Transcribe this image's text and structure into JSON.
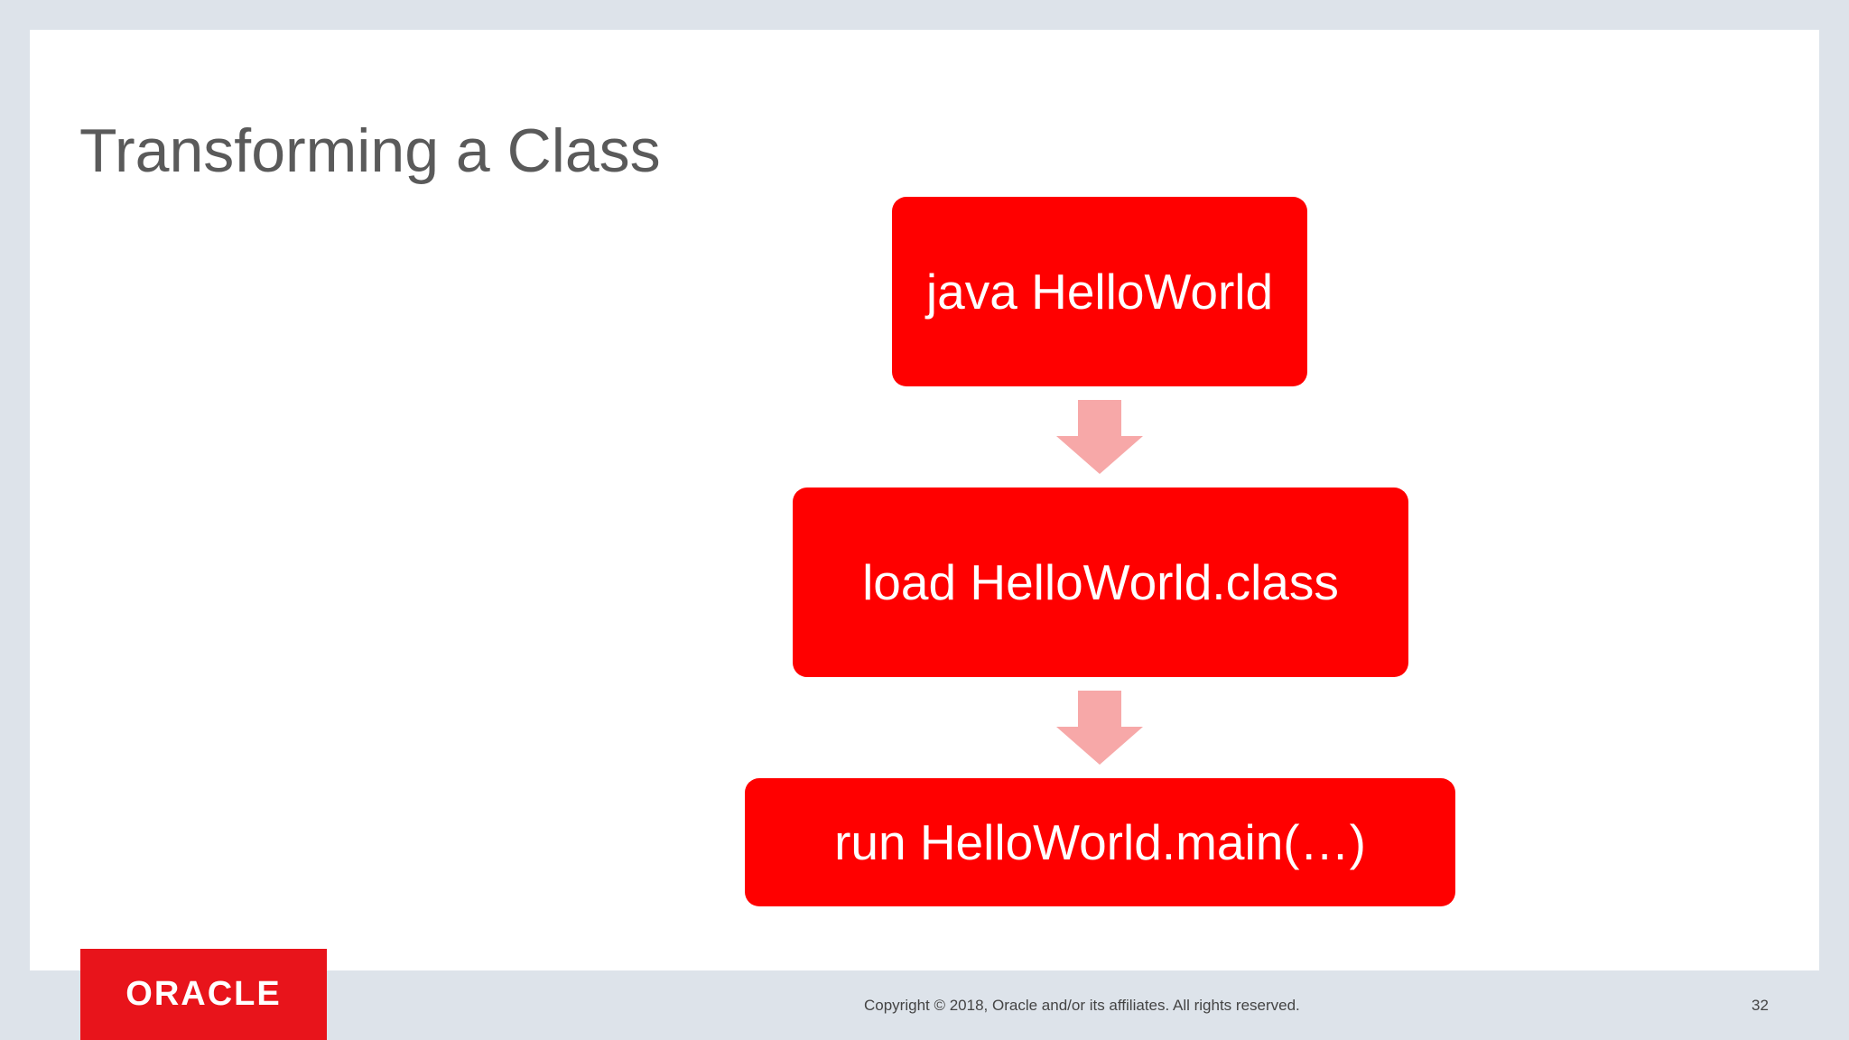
{
  "slide": {
    "title": "Transforming a Class",
    "steps": [
      {
        "label": "java HelloWorld"
      },
      {
        "label": "load HelloWorld.class"
      },
      {
        "label": "run HelloWorld.main(…)"
      }
    ]
  },
  "footer": {
    "logo_text": "ORACLE",
    "copyright": "Copyright © 2018, Oracle and/or its affiliates. All rights reserved.",
    "page_number": "32"
  },
  "colors": {
    "box_fill": "#ff0000",
    "arrow_fill": "#f7a8a8",
    "logo_fill": "#e8141b",
    "title_text": "#5a5a5a"
  }
}
